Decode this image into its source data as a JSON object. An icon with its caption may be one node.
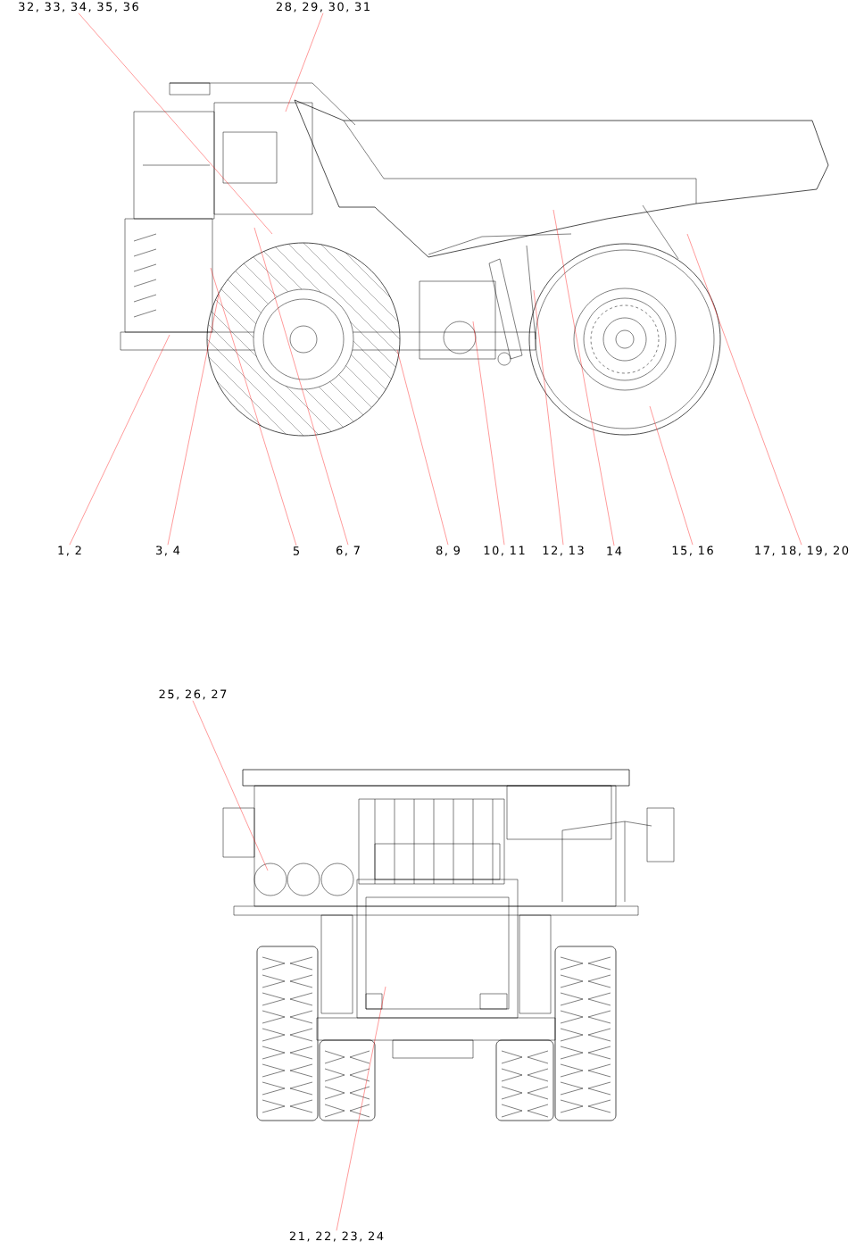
{
  "diagram": {
    "nodes": [
      {
        "text": [
          "32, 33, 34, 35, 36"
        ]
      },
      {
        "text": [
          "28, 29, 30, 31"
        ]
      },
      {
        "text": [
          "1, 2"
        ]
      },
      {
        "text": [
          "3, 4"
        ]
      },
      {
        "text": [
          "5"
        ]
      },
      {
        "text": [
          "6, 7"
        ]
      },
      {
        "text": [
          "8, 9"
        ]
      },
      {
        "text": [
          "10, 11"
        ]
      },
      {
        "text": [
          "12, 13"
        ]
      },
      {
        "text": [
          "14"
        ]
      },
      {
        "text": [
          "15, 16"
        ]
      },
      {
        "text": [
          "17, 18, 19, 20"
        ]
      },
      {
        "text": [
          "25, 26, 27"
        ]
      },
      {
        "text": [
          "21, 22, 23, 24"
        ]
      }
    ],
    "edges": [
      {
        "from": 0,
        "to": null,
        "arrow": "none"
      },
      {
        "from": 1,
        "to": null,
        "arrow": "none"
      },
      {
        "from": 2,
        "to": null,
        "arrow": "none"
      },
      {
        "from": 3,
        "to": null,
        "arrow": "none"
      },
      {
        "from": 4,
        "to": null,
        "arrow": "none"
      },
      {
        "from": 5,
        "to": null,
        "arrow": "none"
      },
      {
        "from": 6,
        "to": null,
        "arrow": "none"
      },
      {
        "from": 7,
        "to": null,
        "arrow": "none"
      },
      {
        "from": 8,
        "to": null,
        "arrow": "none"
      },
      {
        "from": 9,
        "to": null,
        "arrow": "none"
      },
      {
        "from": 10,
        "to": null,
        "arrow": "none"
      },
      {
        "from": 11,
        "to": null,
        "arrow": "none"
      },
      {
        "from": 12,
        "to": null,
        "arrow": "none"
      },
      {
        "from": 13,
        "to": null,
        "arrow": "none"
      }
    ]
  }
}
